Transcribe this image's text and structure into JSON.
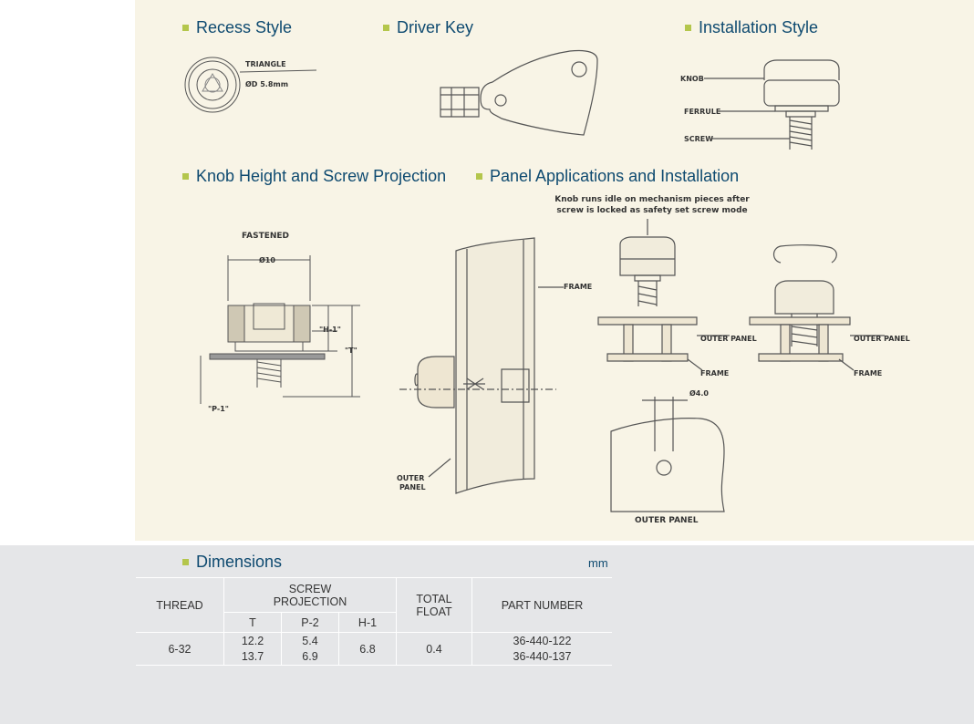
{
  "sections": {
    "recess": "Recess Style",
    "driver": "Driver Key",
    "install": "Installation Style",
    "knob_height": "Knob Height and Screw Projection",
    "panel_apps": "Panel Applications and Installation",
    "dimensions": "Dimensions"
  },
  "recess_labels": {
    "shape": "TRIANGLE",
    "diameter": "ØD 5.8mm"
  },
  "install_labels": {
    "knob": "KNOB",
    "ferrule": "FERRULE",
    "screw": "SCREW"
  },
  "knob_labels": {
    "fastened": "FASTENED",
    "dia": "Ø10",
    "h1": "\"H-1\"",
    "t": "\"T\"",
    "p1": "\"P-1\""
  },
  "panel_labels": {
    "note": [
      "Knob runs idle on mechanism pieces after",
      "screw is locked as safety set screw mode"
    ],
    "frame": "FRAME",
    "outer_panel": "OUTER PANEL",
    "outer_panel_side": [
      "OUTER",
      "PANEL"
    ],
    "hole_dia": "Ø4.0"
  },
  "dimensions": {
    "unit": "mm",
    "headers": {
      "thread": "THREAD",
      "screw_projection": [
        "SCREW",
        "PROJECTION"
      ],
      "t": "T",
      "p2": "P-2",
      "h1": "H-1",
      "total_float": [
        "TOTAL",
        "FLOAT"
      ],
      "part_number": "PART NUMBER"
    },
    "thread": "6-32",
    "h1": "6.8",
    "total_float": "0.4",
    "rows": [
      {
        "t": "12.2",
        "p2": "5.4",
        "part_number": "36-440-122"
      },
      {
        "t": "13.7",
        "p2": "6.9",
        "part_number": "36-440-137"
      }
    ]
  },
  "colors": {
    "heading": "#0e4a70",
    "bullet": "#b4c64c",
    "panel_bg": "#f8f4e6",
    "table_bg": "#e5e6e8"
  }
}
